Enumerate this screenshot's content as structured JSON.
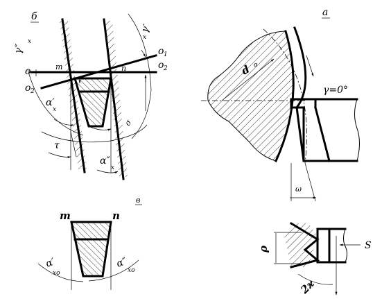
{
  "figure": {
    "view_a": {
      "label": "а",
      "diameter_label": "d",
      "diameter_sub": "о",
      "angle_label": "γ=0°",
      "omega_label": "ω"
    },
    "view_b": {
      "label": "б",
      "gamma_left": "γ″",
      "gamma_left_sub": "х",
      "gamma_right": "γ′",
      "gamma_right_sub": "х",
      "o_left_top": "о",
      "o_left_bottom": "о",
      "o_left_bottom_sub": "2",
      "o1": "о",
      "o1_sub": "1",
      "o2": "о",
      "o2_sub": "2",
      "m": "m",
      "n": "n",
      "alpha_left": "α′",
      "alpha_left_sub": "х",
      "alpha_right": "α″",
      "alpha_right_sub": "х",
      "tau": "τ",
      "sigma": "σ"
    },
    "view_c": {
      "label": "в",
      "m": "m",
      "n": "n",
      "alpha_left": "α′",
      "alpha_left_sub": "хо",
      "alpha_right": "α″",
      "alpha_right_sub": "хо"
    },
    "view_d": {
      "rho": "ρ",
      "s": "S",
      "two_kappa": "2ϰ"
    }
  }
}
